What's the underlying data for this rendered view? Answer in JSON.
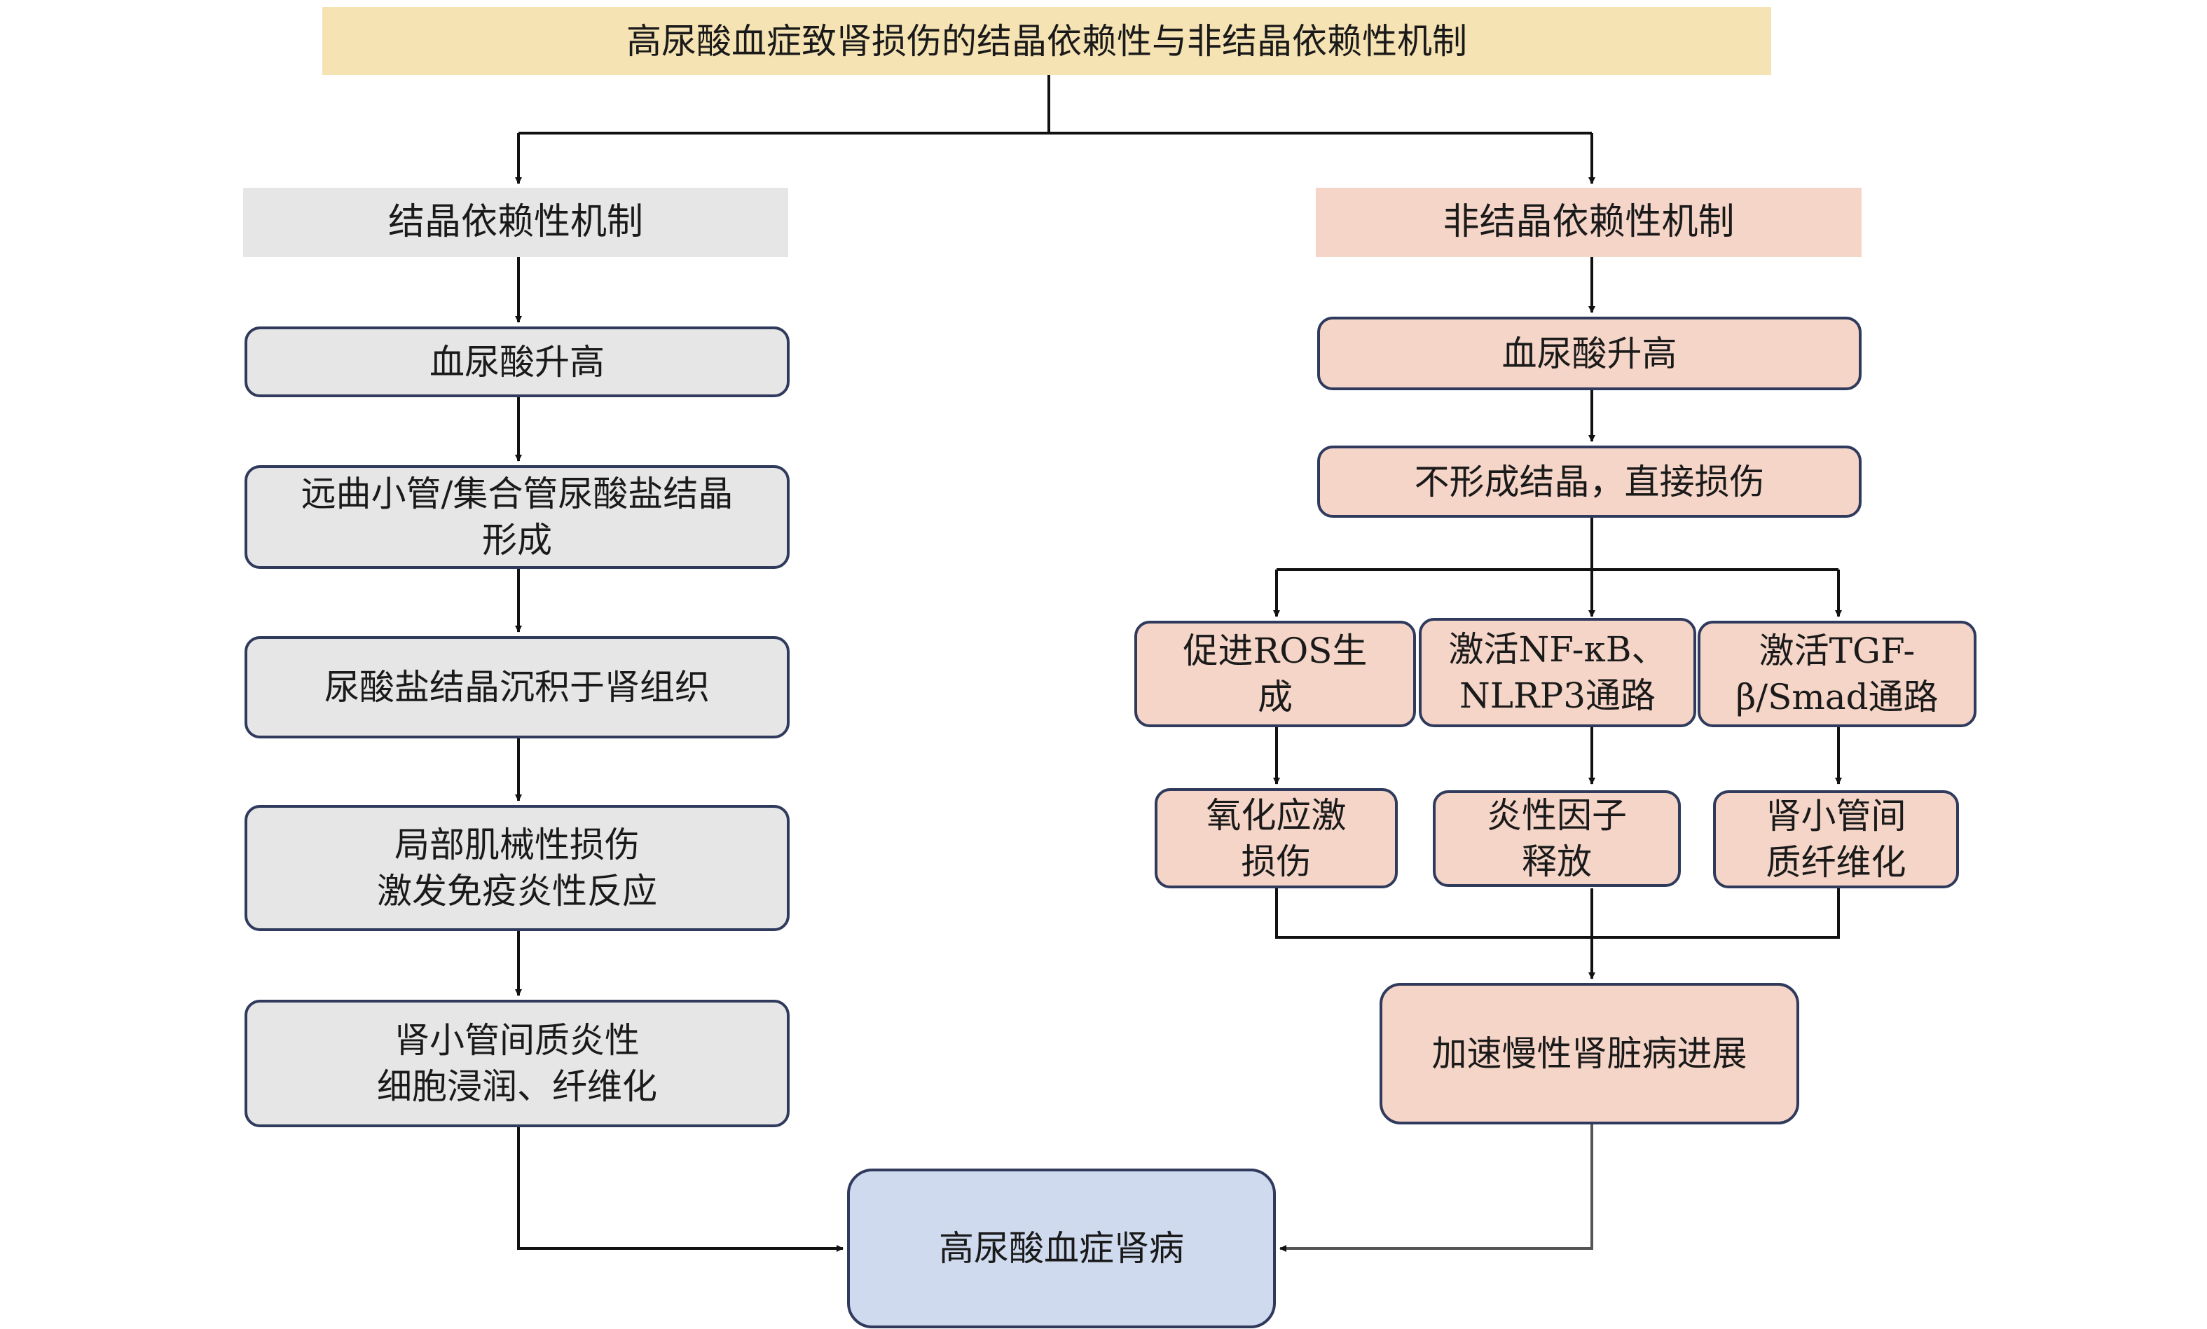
{
  "title": "高尿酸血症致肾损伤的结晶依赖性与非结晶依赖性机制",
  "left": {
    "header": "结晶依赖性机制",
    "steps": [
      "血尿酸升高",
      "远曲小管/集合管尿酸盐结晶\n形成",
      "尿酸盐结晶沉积于肾组织",
      "局部肌械性损伤\n激发免疫炎性反应",
      "肾小管间质炎性\n细胞浸润、纤维化"
    ]
  },
  "right": {
    "header": "非结晶依赖性机制",
    "steps": [
      "血尿酸升高",
      "不形成结晶，直接损伤"
    ],
    "pathways": [
      "促进ROS生\n成",
      "激活NF-κB、\nNLRP3通路",
      "激活TGF-\nβ/Smad通路"
    ],
    "effects": [
      "氧化应激\n损伤",
      "炎性因子\n释放",
      "肾小管间\n质纤维化"
    ],
    "outcome": "加速慢性肾脏病进展"
  },
  "final": "高尿酸血症肾病",
  "colors": {
    "title_bg": "#f6e3b4",
    "crystal_bg": "#e6e6e6",
    "noncrystal_bg": "#f5d5c8",
    "final_bg": "#cfdaee",
    "border": "#2f3a5c"
  }
}
